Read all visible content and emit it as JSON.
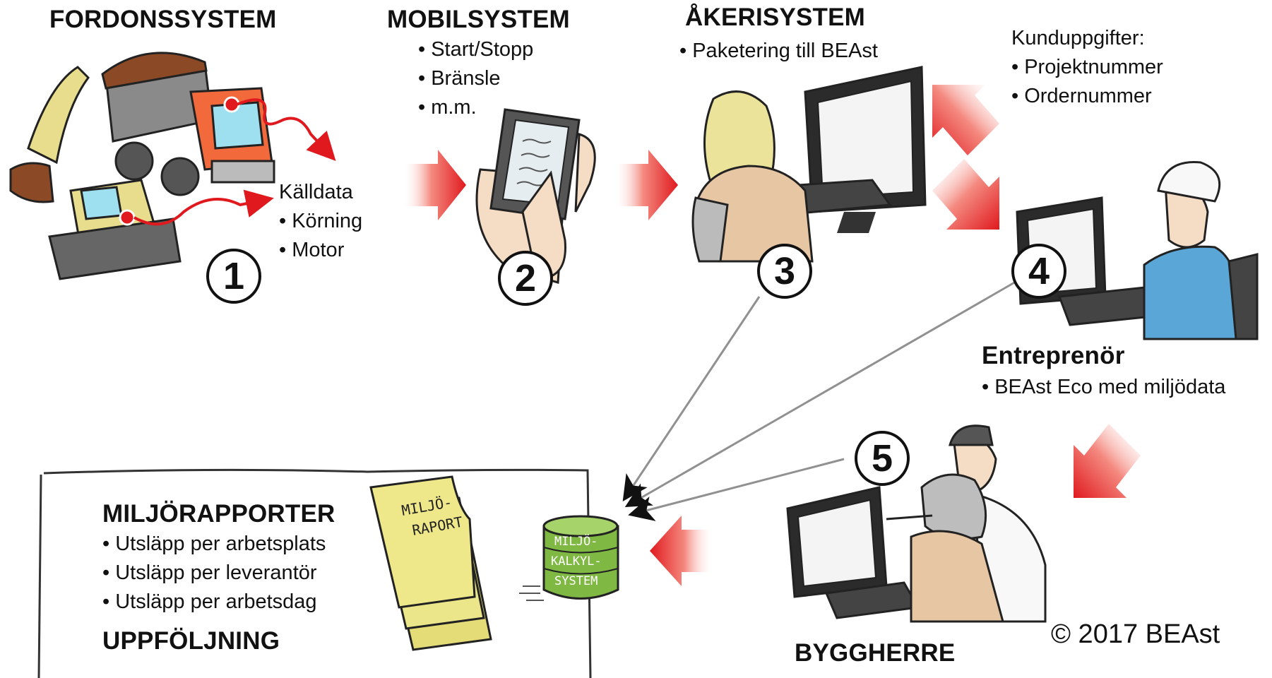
{
  "sections": {
    "fordonssystem": {
      "title": "FORDONSSYSTEM",
      "step": "1",
      "sub_title": "Källdata",
      "items": [
        "Körning",
        "Motor"
      ]
    },
    "mobilsystem": {
      "title": "MOBILSYSTEM",
      "step": "2",
      "items": [
        "Start/Stopp",
        "Bränsle",
        "m.m."
      ]
    },
    "akerisystem": {
      "title": "ÅKERISYSTEM",
      "step": "3",
      "items": [
        "Paketering till BEAst"
      ]
    },
    "kunduppgifter": {
      "title": "Kunduppgifter:",
      "items": [
        "Projektnummer",
        "Ordernummer"
      ]
    },
    "entreprenor": {
      "title": "Entreprenör",
      "step": "4",
      "items": [
        "BEAst Eco med miljödata"
      ]
    },
    "byggherre": {
      "title": "BYGGHERRE",
      "step": "5"
    },
    "miljorapporter": {
      "title": "MILJÖRAPPORTER",
      "items": [
        "Utsläpp per arbetsplats",
        "Utsläpp per leverantör",
        "Utsläpp per arbetsdag"
      ],
      "footer": "UPPFÖLJNING"
    }
  },
  "illustrations": {
    "report_label": [
      "MILJÖ-",
      "RAPORT"
    ],
    "db_label": [
      "MILJÖ-",
      "KALKYL-",
      "SYSTEM"
    ]
  },
  "copyright": "© 2017 BEAst",
  "colors": {
    "arrow_red": "#e0191e",
    "truck_orange": "#f26a3c",
    "excavator_yellow": "#e8dd8c",
    "report_yellow": "#eee88a",
    "db_green": "#7fb843",
    "shirt_blue": "#5aa6d6"
  }
}
